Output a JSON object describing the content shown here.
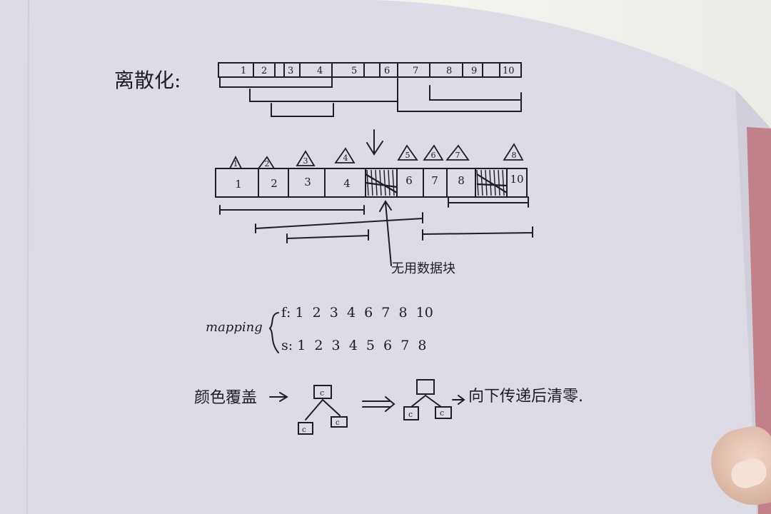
{
  "title": "离散化:",
  "top_cells": [
    "1",
    "2",
    "3",
    "4",
    "5",
    "6",
    "7",
    "8",
    "9",
    "10"
  ],
  "tri_labels": [
    "1",
    "2",
    "3",
    "4",
    "5",
    "6",
    "7",
    "8"
  ],
  "mid_cells": [
    "1",
    "2",
    "3",
    "4",
    "6",
    "7",
    "8",
    "10"
  ],
  "unused_label": "无用数据块",
  "mapping": {
    "label": "mapping",
    "f_row": "f: 1  2  3  4  6  7  8  10",
    "s_row": "s: 1  2  3  4  5  6  7  8"
  },
  "bottom": {
    "left_label": "颜色覆盖",
    "node_letter": "c",
    "right_label": "向下传递后清零."
  },
  "colors": {
    "ink": "#1d1d22",
    "paper": "#dedde8"
  }
}
